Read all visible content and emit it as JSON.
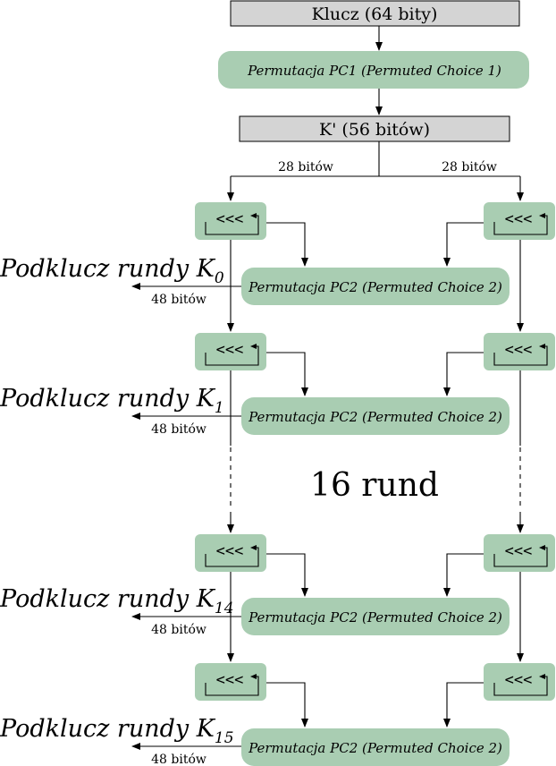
{
  "key_box": "Klucz (64 bity)",
  "pc1_box": "Permutacja PC1 (Permuted Choice 1)",
  "kprime_box": "K' (56 bitów)",
  "split_left": "28 bitów",
  "split_right": "28 bitów",
  "shift_symbol": "<<<",
  "pc2_label": "Permutacja PC2 (Permuted Choice 2)",
  "rounds_label": "16 rund",
  "output_bits": "48 bitów",
  "subkey_prefix": "Podklucz rundy K",
  "subkeys": [
    "0",
    "1",
    "14",
    "15"
  ],
  "colors": {
    "green": "#a9cdb2",
    "grey": "#d4d4d4"
  }
}
